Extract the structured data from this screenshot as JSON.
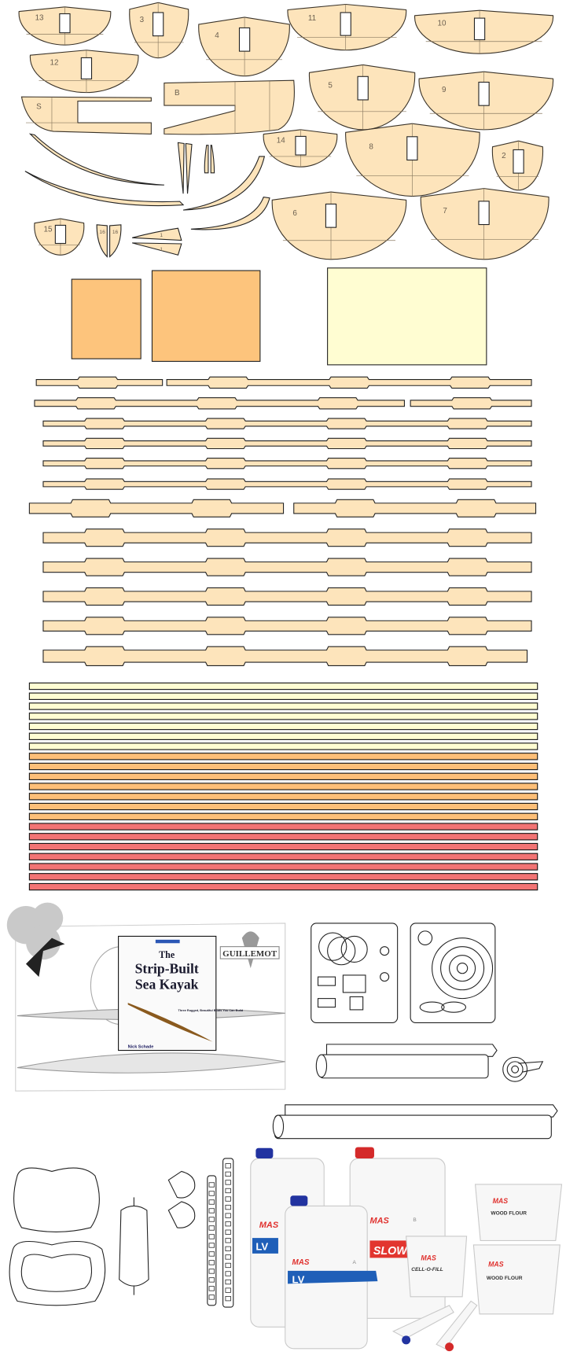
{
  "form_labels": [
    "13",
    "3",
    "12",
    "4",
    "11",
    "10",
    "5",
    "9",
    "14",
    "8",
    "2",
    "6",
    "7",
    "15"
  ],
  "special_labels": {
    "stern": "S",
    "bow": "B",
    "p16a": "16",
    "p16b": "16",
    "p1a": "1",
    "p1b": "1"
  },
  "colors": {
    "form": "#fde4bb",
    "sheet_orange": "#fdc47c",
    "sheet_cream": "#fffdd2",
    "strip_cream": "#fffdd2",
    "strip_orange": "#fdbf78",
    "strip_red": "#f27474",
    "lv_blue": "#1f5fb8",
    "slow_red": "#e2352f"
  },
  "strips": {
    "cream": 7,
    "orange": 7,
    "red": 7
  },
  "plans": {
    "brand": "GUILLEMOT"
  },
  "book": {
    "title_1": "The",
    "title_2": "Strip-Built",
    "title_3": "Sea Kayak",
    "subtitle": "Three Rugged, Beautiful Boats You Can Build",
    "author": "Nick Schade"
  },
  "epoxy": {
    "brand": "MAS",
    "lv": "LV",
    "slow": "SLOW",
    "cell": "CELL-O-FILL",
    "wood": "WOOD FLOUR",
    "mark_a": "A",
    "mark_b": "B"
  }
}
